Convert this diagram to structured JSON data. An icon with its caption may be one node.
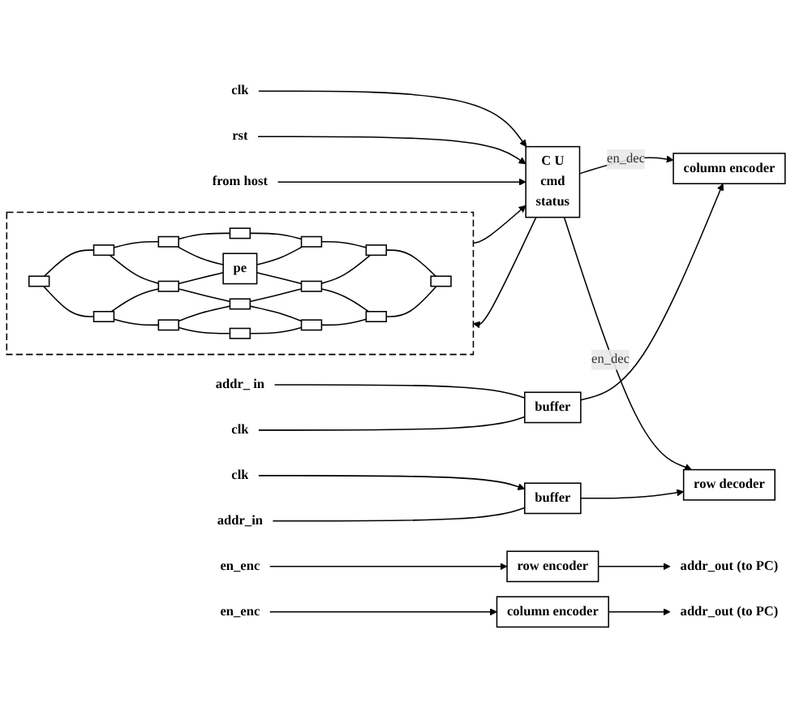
{
  "diagram": {
    "nodes": [
      {
        "text": [
          "C U",
          "cmd",
          "status"
        ]
      },
      {
        "text": [
          "clk"
        ]
      },
      {
        "text": [
          "rst"
        ]
      },
      {
        "text": [
          "from host"
        ]
      },
      {
        "text": [
          "addr_ in"
        ]
      },
      {
        "text": [
          "clk"
        ]
      },
      {
        "text": [
          "buffer"
        ]
      },
      {
        "text": [
          "column encoder"
        ]
      },
      {
        "text": [
          "clk"
        ]
      },
      {
        "text": [
          "buffer"
        ]
      },
      {
        "text": [
          "addr_in"
        ]
      },
      {
        "text": [
          "row decoder"
        ]
      },
      {
        "text": [],
        "shape": "box"
      },
      {
        "text": [],
        "shape": "box",
        "in": 12
      },
      {
        "text": [],
        "shape": "box",
        "in": 12
      },
      {
        "text": [],
        "shape": "box",
        "in": 12
      },
      {
        "text": [],
        "shape": "box",
        "in": 12
      },
      {
        "text": [],
        "shape": "box",
        "in": 12
      },
      {
        "text": [],
        "shape": "box",
        "in": 12
      },
      {
        "text": [],
        "shape": "box",
        "in": 12
      },
      {
        "text": [],
        "shape": "box",
        "in": 12
      },
      {
        "text": [],
        "shape": "box",
        "in": 12
      },
      {
        "text": [
          "pe"
        ],
        "in": 12
      },
      {
        "text": [],
        "shape": "box",
        "in": 12
      },
      {
        "text": [],
        "shape": "box",
        "in": 12
      },
      {
        "text": [],
        "shape": "box",
        "in": 12
      },
      {
        "text": [],
        "shape": "box",
        "in": 12
      },
      {
        "text": [],
        "shape": "box",
        "in": 12
      },
      {
        "text": [],
        "shape": "box",
        "in": 12
      },
      {
        "text": [
          "en_enc"
        ]
      },
      {
        "text": [
          "row encoder"
        ]
      },
      {
        "text": [
          "addr_out (to PC)"
        ]
      },
      {
        "text": [
          "en_enc"
        ]
      },
      {
        "text": [
          "column encoder"
        ]
      },
      {
        "text": [
          "addr_out (to PC)"
        ]
      }
    ],
    "edges": [
      {
        "from": 1,
        "to": 0,
        "arrow": "to"
      },
      {
        "from": 2,
        "to": 0,
        "arrow": "to"
      },
      {
        "from": 3,
        "to": 0,
        "arrow": "to"
      },
      {
        "from": 0,
        "to": 7,
        "label": "en_dec",
        "arrow": "to"
      },
      {
        "from": 0,
        "to": 11,
        "label": "en_dec",
        "arrow": "to"
      },
      {
        "from": 0,
        "to": 12,
        "arrow": "to"
      },
      {
        "from": 12,
        "to": 0,
        "arrow": "to"
      },
      {
        "from": 4,
        "to": 6,
        "arrow": "none"
      },
      {
        "from": 5,
        "to": 6,
        "arrow": "none"
      },
      {
        "from": 6,
        "to": 7,
        "arrow": "to"
      },
      {
        "from": 8,
        "to": 9,
        "arrow": "to"
      },
      {
        "from": 10,
        "to": 9,
        "arrow": "none"
      },
      {
        "from": 9,
        "to": 11,
        "arrow": "to"
      },
      {
        "from": 13,
        "to": 14,
        "arrow": "none"
      },
      {
        "from": 14,
        "to": 15,
        "arrow": "none"
      },
      {
        "from": 15,
        "to": 16,
        "arrow": "none"
      },
      {
        "from": 17,
        "to": 18,
        "arrow": "none"
      },
      {
        "from": 18,
        "to": 19,
        "arrow": "none"
      },
      {
        "from": 19,
        "to": 20,
        "arrow": "none"
      },
      {
        "from": 21,
        "to": 22,
        "arrow": "none"
      },
      {
        "from": 22,
        "to": 23,
        "arrow": "none"
      },
      {
        "from": 23,
        "to": 24,
        "arrow": "none"
      },
      {
        "from": 25,
        "to": 26,
        "arrow": "none"
      },
      {
        "from": 26,
        "to": 27,
        "arrow": "none"
      },
      {
        "from": 27,
        "to": 28,
        "arrow": "none"
      },
      {
        "from": 13,
        "to": 17,
        "arrow": "none"
      },
      {
        "from": 17,
        "to": 21,
        "arrow": "none"
      },
      {
        "from": 21,
        "to": 25,
        "arrow": "none"
      },
      {
        "from": 14,
        "to": 18,
        "arrow": "none"
      },
      {
        "from": 18,
        "to": 22,
        "arrow": "none"
      },
      {
        "from": 22,
        "to": 26,
        "arrow": "none"
      },
      {
        "from": 15,
        "to": 19,
        "arrow": "none"
      },
      {
        "from": 19,
        "to": 23,
        "arrow": "none"
      },
      {
        "from": 23,
        "to": 27,
        "arrow": "none"
      },
      {
        "from": 16,
        "to": 20,
        "arrow": "none"
      },
      {
        "from": 20,
        "to": 24,
        "arrow": "none"
      },
      {
        "from": 24,
        "to": 28,
        "arrow": "none"
      },
      {
        "from": 29,
        "to": 30,
        "arrow": "to"
      },
      {
        "from": 30,
        "to": 31,
        "arrow": "to"
      },
      {
        "from": 32,
        "to": 33,
        "arrow": "to"
      },
      {
        "from": 33,
        "to": 34,
        "arrow": "to"
      }
    ]
  }
}
